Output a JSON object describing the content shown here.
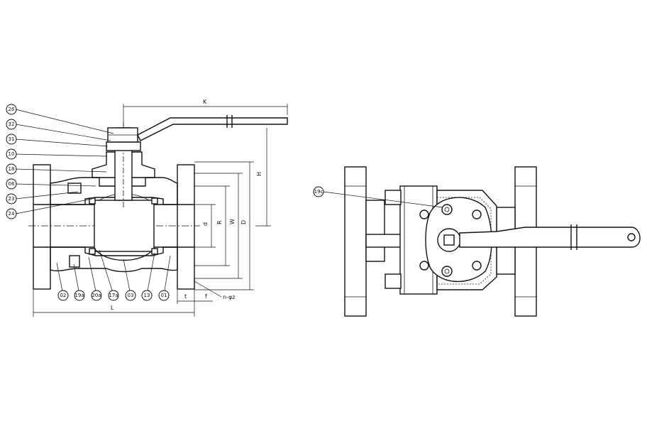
{
  "left_view": {
    "callouts_left": [
      "26",
      "32",
      "31",
      "10",
      "18",
      "06",
      "23",
      "24"
    ],
    "callouts_bottom": [
      "02",
      "19a",
      "20a",
      "17a",
      "03",
      "13",
      "01"
    ]
  },
  "right_view": {
    "callout": "19c"
  },
  "dimensions": {
    "K": "K",
    "H": "H",
    "D": "D",
    "W": "W",
    "R": "R",
    "d": "d",
    "L": "L",
    "t": "t",
    "f": "f",
    "nz": "n-φz"
  }
}
